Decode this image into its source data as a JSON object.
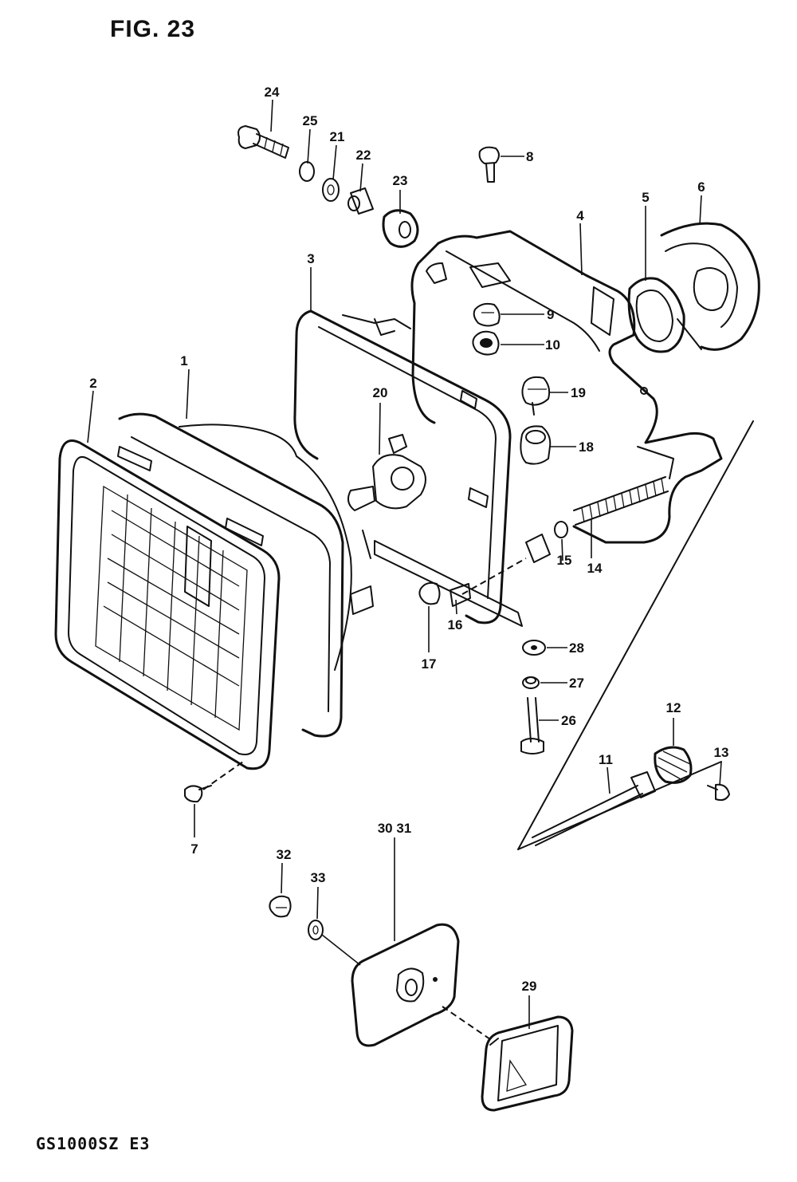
{
  "figure": {
    "title": "FIG. 23",
    "model_code": "GS1000SZ E3"
  },
  "callouts": {
    "p1": "1",
    "p2": "2",
    "p3": "3",
    "p4": "4",
    "p5": "5",
    "p6": "6",
    "p7": "7",
    "p8": "8",
    "p9": "9",
    "p10": "10",
    "p11": "11",
    "p12": "12",
    "p13": "13",
    "p14": "14",
    "p15": "15",
    "p16": "16",
    "p17": "17",
    "p18": "18",
    "p19": "19",
    "p20": "20",
    "p21": "21",
    "p22": "22",
    "p23": "23",
    "p24": "24",
    "p25": "25",
    "p26": "26",
    "p27": "27",
    "p28": "28",
    "p29": "29",
    "p30_31": "30 31",
    "p32": "32",
    "p33": "33"
  }
}
